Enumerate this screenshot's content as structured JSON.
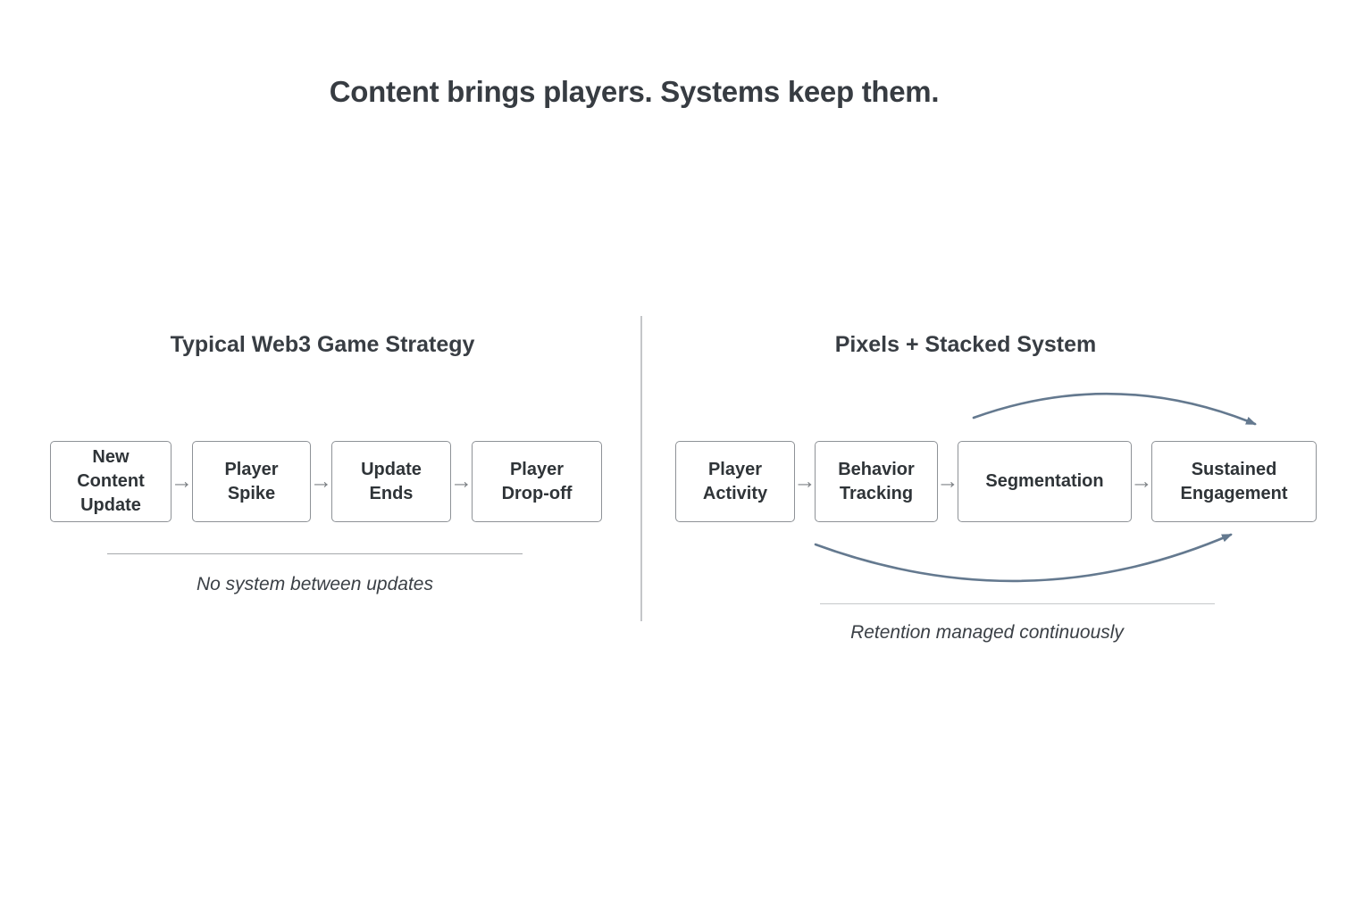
{
  "title": "Content brings players. Systems keep them.",
  "flow_arrow_glyph": "→",
  "left_panel": {
    "heading": "Typical Web3 Game Strategy",
    "steps": [
      "New\nContent\nUpdate",
      "Player\nSpike",
      "Update\nEnds",
      "Player\nDrop-off"
    ],
    "caption": "No system between updates"
  },
  "right_panel": {
    "heading": "Pixels + Stacked System",
    "steps": [
      "Player\nActivity",
      "Behavior\nTracking",
      "Segmentation",
      "Sustained\nEngagement"
    ],
    "caption": "Retention managed continuously"
  },
  "colors": {
    "title_text": "#373c42",
    "heading_text": "#383d43",
    "box_border": "#8e9297",
    "box_text": "#2f3438",
    "flow_arrow": "#7d8185",
    "curve_arrow": "#64798f",
    "divider": "#c4c6c9",
    "rule_left": "#a6a9ac",
    "rule_right": "#c6c8ca",
    "caption_text": "#3b4046"
  }
}
